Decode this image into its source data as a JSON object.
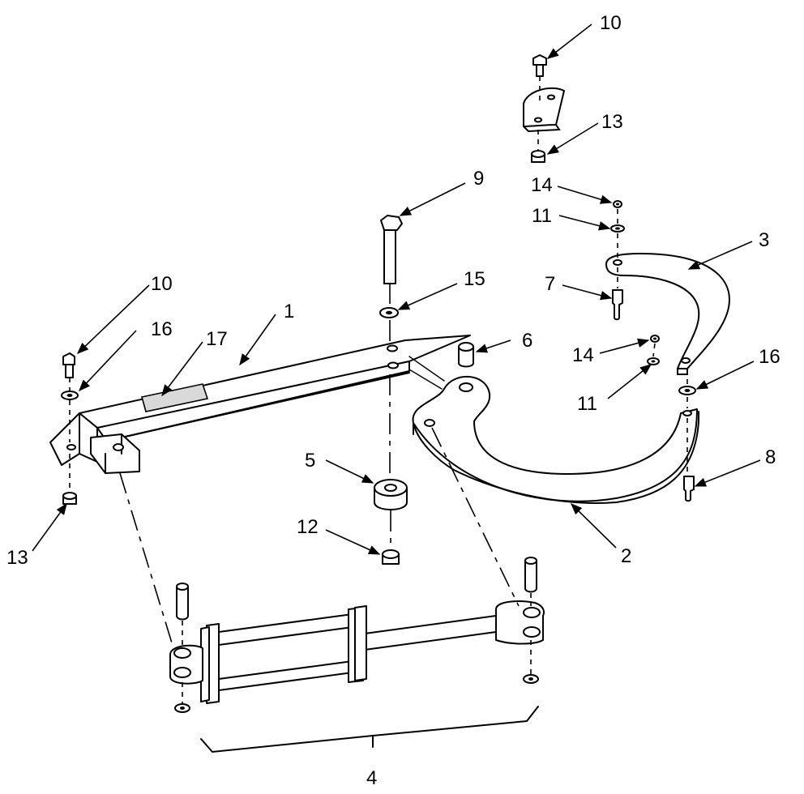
{
  "callouts": {
    "c1": "1",
    "c2": "2",
    "c3": "3",
    "c4": "4",
    "c5": "5",
    "c6": "6",
    "c7": "7",
    "c8": "8",
    "c9": "9",
    "c10a": "10",
    "c10b": "10",
    "c11a": "11",
    "c11b": "11",
    "c12": "12",
    "c13a": "13",
    "c13b": "13",
    "c14a": "14",
    "c14b": "14",
    "c15": "15",
    "c16a": "16",
    "c16b": "16",
    "c17": "17"
  }
}
